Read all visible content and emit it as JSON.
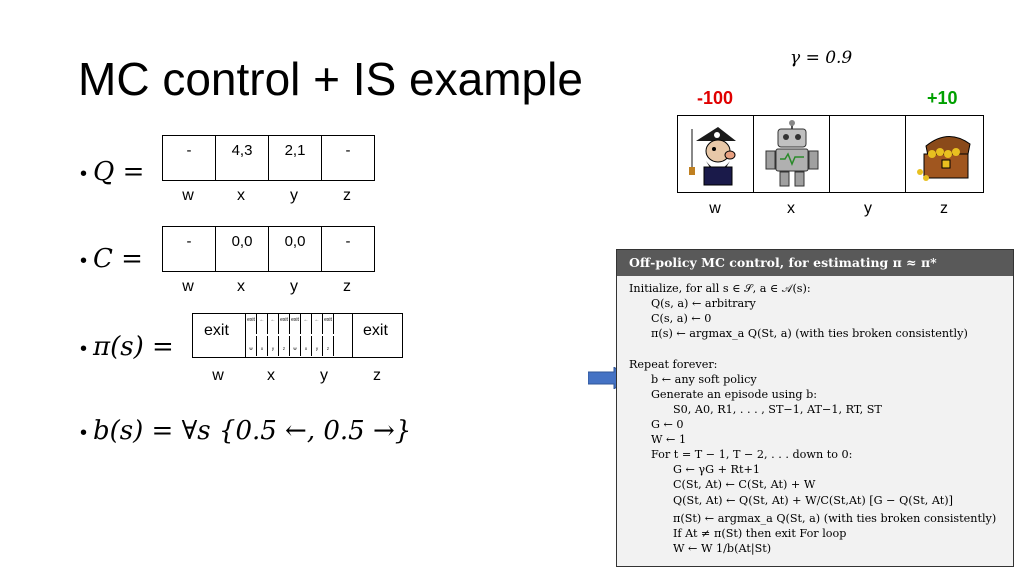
{
  "title": "MC control + IS example",
  "gamma_text": "γ = 0.9",
  "rewards": {
    "left": "-100",
    "right": "+10",
    "left_color": "#e00000",
    "right_color": "#00a000"
  },
  "grid": {
    "labels": [
      "w",
      "x",
      "y",
      "z"
    ]
  },
  "q_row": {
    "label": "Q =",
    "bullet": "•",
    "cells": [
      "-",
      "4,3",
      "2,1",
      "-"
    ],
    "labels": [
      "w",
      "x",
      "y",
      "z"
    ]
  },
  "c_row": {
    "label": "C =",
    "bullet": "•",
    "cells": [
      "-",
      "0,0",
      "0,0",
      "-"
    ],
    "labels": [
      "w",
      "x",
      "y",
      "z"
    ]
  },
  "pi_row": {
    "label": "π(s) =",
    "bullet": "•",
    "left": "exit",
    "right": "exit",
    "mini_top": [
      "exit",
      "←",
      "←",
      "exit",
      "exit",
      "←",
      "←",
      "exit"
    ],
    "mini_bottom": [
      "w",
      "x",
      "y",
      "z",
      "w",
      "x",
      "y",
      "z"
    ],
    "labels": [
      "w",
      "x",
      "y",
      "z"
    ]
  },
  "b_row": {
    "bullet": "•",
    "text": "b(s) = ∀s {0.5 ←, 0.5 →}"
  },
  "algorithm": {
    "header": "Off-policy MC control, for estimating π ≈ π*",
    "lines": [
      "Initialize, for all s ∈ 𝒮, a ∈ 𝒜(s):",
      "Q(s, a) ← arbitrary",
      "C(s, a) ← 0",
      "π(s) ← argmax_a Q(St, a)     (with ties broken consistently)",
      "Repeat forever:",
      "b ← any soft policy",
      "Generate an episode using b:",
      "S0, A0, R1, . . . , ST−1, AT−1, RT, ST",
      "G ← 0",
      "W ← 1",
      "For t = T − 1, T − 2, . . . down to 0:",
      "G ← γG + Rt+1",
      "C(St, At) ← C(St, At) + W",
      "Q(St, At) ← Q(St, At) + W/C(St,At) [G − Q(St, At)]",
      "π(St) ← argmax_a Q(St, a)     (with ties broken consistently)",
      "If At ≠ π(St) then exit For loop",
      "W ← W 1/b(At|St)"
    ]
  },
  "arrow_color": "#4472c4"
}
